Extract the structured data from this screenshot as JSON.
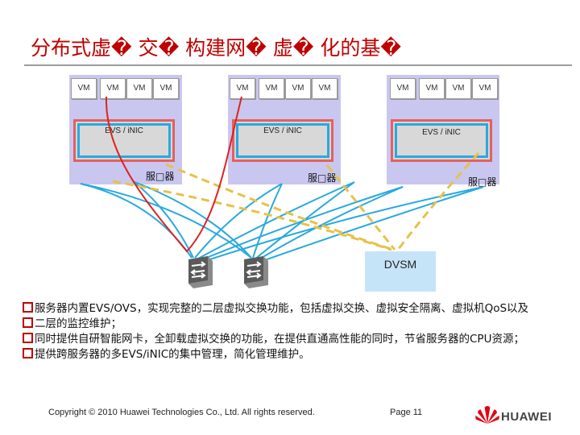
{
  "slide": {
    "title": "分布式虚� 交� 构建网� 虚� 化的基�"
  },
  "servers": [
    {
      "vms": [
        "VM",
        "VM",
        "VM",
        "VM"
      ],
      "evs_label": "EVS / iNIC",
      "server_label": "服□器"
    },
    {
      "vms": [
        "VM",
        "VM",
        "VM",
        "VM"
      ],
      "evs_label": "EVS / iNIC",
      "server_label": "服□器"
    },
    {
      "vms": [
        "VM",
        "VM",
        "VM",
        "VM"
      ],
      "evs_label": "EVS / iNIC",
      "server_label": "服□器"
    }
  ],
  "dvsm": {
    "label": "DVSM"
  },
  "bullets": [
    "服务器内置EVS/OVS，实现完整的二层虚拟交换功能，包括虚拟交换、虚拟安全隔离、虚拟机QoS以及",
    "二层的监控维护；",
    "同时提供自研智能网卡，全卸载虚拟交换的功能，在提供直通高性能的同时，节省服务器的CPU资源；",
    "提供跨服务器的多EVS/iNIC的集中管理，简化管理维护。"
  ],
  "footer": {
    "copyright": "Copyright © 2010 Huawei Technologies Co., Ltd. All rights reserved.",
    "page": "Page 11"
  },
  "logo": {
    "text": "HUAWEI",
    "color": "#e60012"
  },
  "colors": {
    "title": "#c00000",
    "server_bg": "#c9c7ef",
    "evs_outer": "#e46060",
    "evs_inner": "#29a9de",
    "link_blue": "#29a9de",
    "link_red": "#e02020",
    "link_dashed": "#e6c24a",
    "dvsm_bg": "#c6e4f8"
  }
}
